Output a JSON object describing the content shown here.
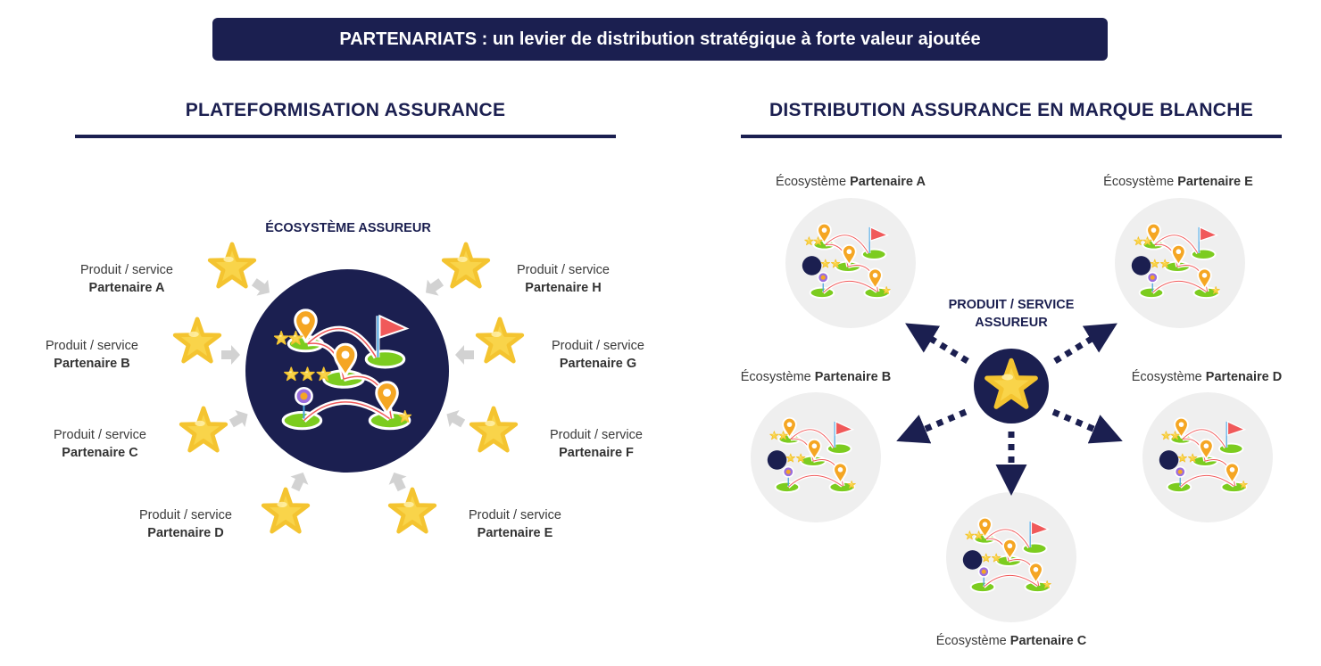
{
  "banner": {
    "title": "PARTENARIATS : un levier de distribution stratégique à forte valeur ajoutée"
  },
  "left": {
    "heading": "PLATEFORMISATION ASSURANCE",
    "center_label": "ÉCOSYSTÈME ASSUREUR",
    "partners": [
      {
        "line1": "Produit / service",
        "line2": "Partenaire A"
      },
      {
        "line1": "Produit / service",
        "line2": "Partenaire B"
      },
      {
        "line1": "Produit / service",
        "line2": "Partenaire C"
      },
      {
        "line1": "Produit / service",
        "line2": "Partenaire D"
      },
      {
        "line1": "Produit / service",
        "line2": "Partenaire E"
      },
      {
        "line1": "Produit / service",
        "line2": "Partenaire F"
      },
      {
        "line1": "Produit / service",
        "line2": "Partenaire G"
      },
      {
        "line1": "Produit / service",
        "line2": "Partenaire H"
      }
    ]
  },
  "right": {
    "heading": "DISTRIBUTION ASSURANCE EN MARQUE BLANCHE",
    "center_label_1": "PRODUIT / SERVICE",
    "center_label_2": "ASSUREUR",
    "ecosystems": [
      {
        "prefix": "Écosystème",
        "name": "Partenaire A"
      },
      {
        "prefix": "Écosystème",
        "name": "Partenaire B"
      },
      {
        "prefix": "Écosystème",
        "name": "Partenaire C"
      },
      {
        "prefix": "Écosystème",
        "name": "Partenaire D"
      },
      {
        "prefix": "Écosystème",
        "name": "Partenaire E"
      }
    ]
  },
  "colors": {
    "navy": "#1b1f50",
    "star": "#f9d44a",
    "pin": "#f5a623",
    "flag": "#f0595a",
    "grass": "#7ccc1f",
    "gray_circle": "#efefef"
  }
}
